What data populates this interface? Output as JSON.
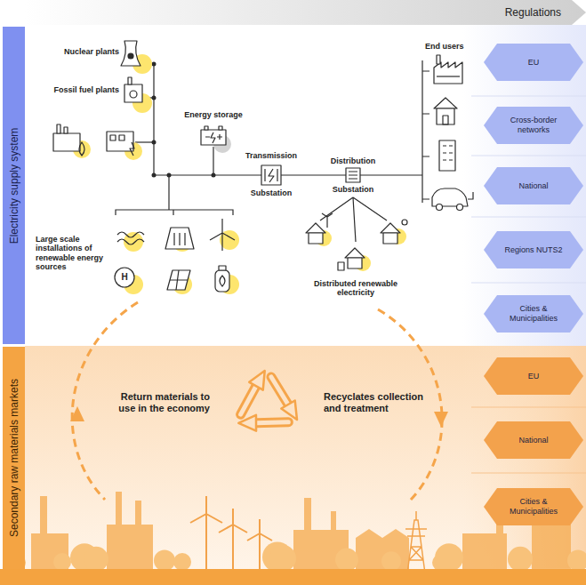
{
  "diagram": {
    "nodes": [
      {
        "text": [
          "Regulations"
        ]
      },
      {
        "text": [
          "Electricity supply system"
        ]
      },
      {
        "text": [
          "Secondary raw materials markets"
        ]
      },
      {
        "text": [
          "EU"
        ]
      },
      {
        "text": [
          "Cross-border networks"
        ]
      },
      {
        "text": [
          "National"
        ]
      },
      {
        "text": [
          "Regions NUTS2"
        ]
      },
      {
        "text": [
          "Cities & Municipalities"
        ]
      },
      {
        "text": [
          "EU"
        ]
      },
      {
        "text": [
          "National"
        ]
      },
      {
        "text": [
          "Cities & Municipalities"
        ]
      }
    ],
    "labels": [
      "Nuclear plants",
      "Fossil fuel plants",
      "Energy storage",
      "Transmission",
      "Substation",
      "Distribution",
      "Substation",
      "End users",
      "Large scale installations of renewable energy sources",
      "Distributed renewable electricity",
      "Return materials to use in the economy",
      "Recyclates collection and treatment",
      "H"
    ]
  }
}
